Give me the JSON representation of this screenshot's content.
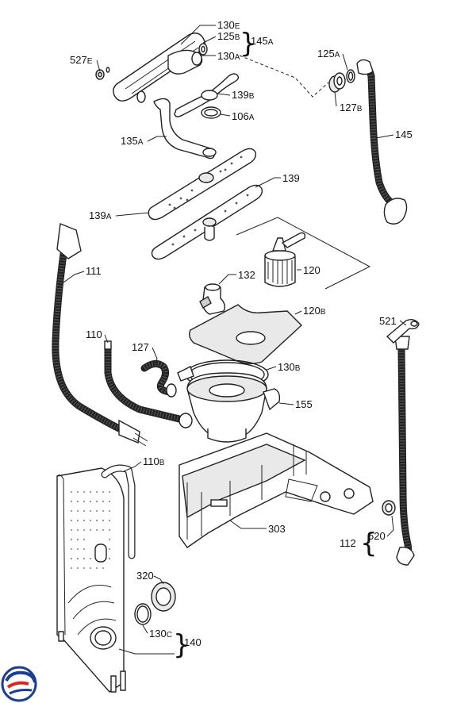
{
  "labels": {
    "l130E": {
      "num": "130",
      "sfx": "E"
    },
    "l125B": {
      "num": "125",
      "sfx": "B"
    },
    "l145A": {
      "num": "145",
      "sfx": "A"
    },
    "l130A": {
      "num": "130",
      "sfx": "A"
    },
    "l527E": {
      "num": "527",
      "sfx": "E"
    },
    "l125A": {
      "num": "125",
      "sfx": "A"
    },
    "l139B": {
      "num": "139",
      "sfx": "B"
    },
    "l127B": {
      "num": "127",
      "sfx": "B"
    },
    "l106A": {
      "num": "106",
      "sfx": "A"
    },
    "l145": {
      "num": "145",
      "sfx": ""
    },
    "l135A": {
      "num": "135",
      "sfx": "A"
    },
    "l139": {
      "num": "139",
      "sfx": ""
    },
    "l139A": {
      "num": "139",
      "sfx": "A"
    },
    "l111": {
      "num": "111",
      "sfx": ""
    },
    "l132": {
      "num": "132",
      "sfx": ""
    },
    "l120": {
      "num": "120",
      "sfx": ""
    },
    "l120B": {
      "num": "120",
      "sfx": "B"
    },
    "l521": {
      "num": "521",
      "sfx": ""
    },
    "l110": {
      "num": "110",
      "sfx": ""
    },
    "l127": {
      "num": "127",
      "sfx": ""
    },
    "l130B": {
      "num": "130",
      "sfx": "B"
    },
    "l155": {
      "num": "155",
      "sfx": ""
    },
    "l110B": {
      "num": "110",
      "sfx": "B"
    },
    "l303": {
      "num": "303",
      "sfx": ""
    },
    "l520": {
      "num": "520",
      "sfx": ""
    },
    "l112": {
      "num": "112",
      "sfx": ""
    },
    "l320": {
      "num": "320",
      "sfx": ""
    },
    "l130C": {
      "num": "130",
      "sfx": "C"
    },
    "l140": {
      "num": "140",
      "sfx": ""
    }
  },
  "logo": {
    "icon": "brand-swirl-logo",
    "colors": [
      "#1b3e8f",
      "#e2231a"
    ]
  }
}
